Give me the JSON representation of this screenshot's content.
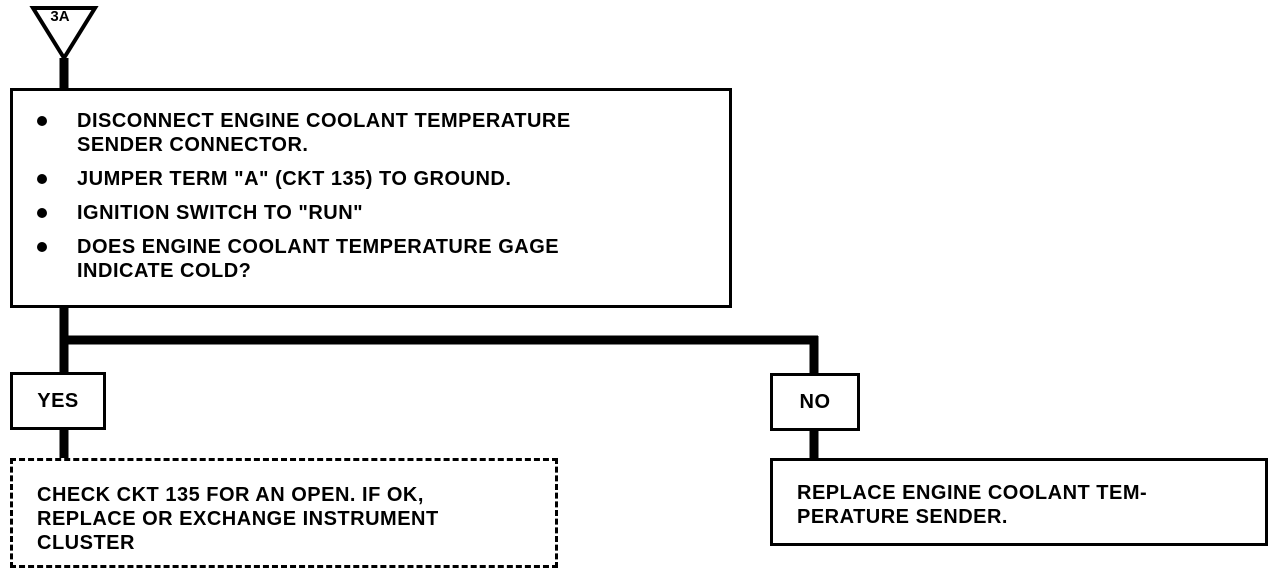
{
  "entry_marker": {
    "label": "3A"
  },
  "procedure": {
    "steps": [
      {
        "text": "DISCONNECT ENGINE COOLANT TEMPERATURE\nSENDER CONNECTOR."
      },
      {
        "text": "JUMPER TERM \"A\" (CKT 135) TO GROUND."
      },
      {
        "text": "IGNITION SWITCH TO \"RUN\""
      },
      {
        "text": "DOES ENGINE COOLANT TEMPERATURE GAGE\nINDICATE COLD?"
      }
    ]
  },
  "branches": {
    "yes": {
      "label": "YES",
      "action": "CHECK CKT 135 FOR AN OPEN.  IF OK,\nREPLACE OR EXCHANGE INSTRUMENT\nCLUSTER"
    },
    "no": {
      "label": "NO",
      "action": "REPLACE ENGINE COOLANT TEM-\nPERATURE SENDER."
    }
  }
}
